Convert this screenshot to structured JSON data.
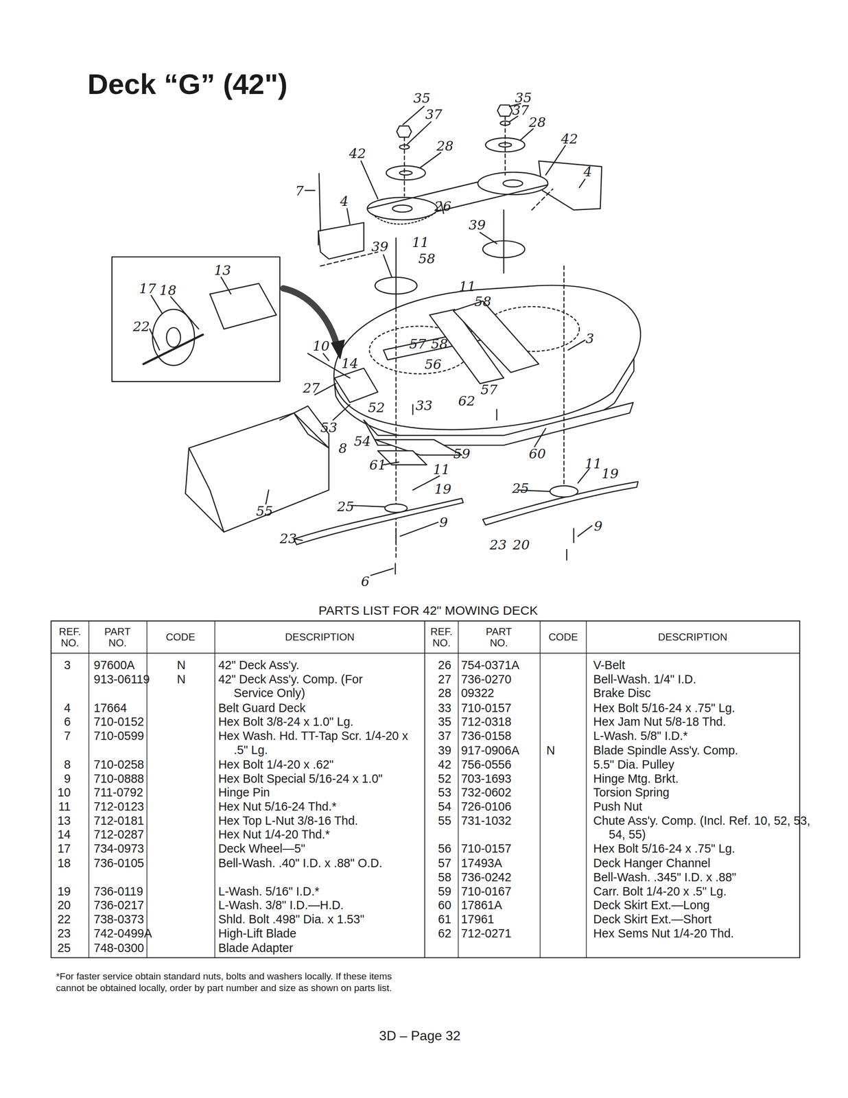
{
  "diagram": {
    "title": "Deck “G” (42\")",
    "labels": [
      "35",
      "37",
      "28",
      "42",
      "7",
      "4",
      "26",
      "39",
      "11",
      "58",
      "35",
      "37",
      "28",
      "42",
      "4",
      "39",
      "11",
      "58",
      "13",
      "17",
      "18",
      "22",
      "10",
      "14",
      "3",
      "57",
      "58",
      "56",
      "57",
      "27",
      "52",
      "33",
      "62",
      "53",
      "8",
      "54",
      "59",
      "60",
      "61",
      "11",
      "19",
      "25",
      "11",
      "19",
      "25",
      "55",
      "23",
      "9",
      "23",
      "20",
      "9",
      "6",
      "PARTS LIST FOR 42\" MOWING DECK",
      "REF. NO.",
      "PART NO.",
      "CODE",
      "DESCRIPTION",
      "REF. NO.",
      "PART NO.",
      "CODE",
      "DESCRIPTION",
      "3",
      "97600A",
      "N",
      "42\" Deck Ass'y.",
      "26",
      "754-0371A",
      "V-Belt",
      "913-06119",
      "N",
      "42\" Deck Ass'y. Comp. (For Service Only)",
      "27",
      "736-0270",
      "Bell-Wash. 1/4\" I.D.",
      "28",
      "09322",
      "Brake Disc",
      "4",
      "17664",
      "Belt Guard Deck",
      "33",
      "710-0157",
      "Hex Bolt 5/16-24 x .75\" Lg.",
      "6",
      "710-0152",
      "Hex Bolt 3/8-24 x 1.0\" Lg.",
      "35",
      "712-0318",
      "Hex Jam Nut 5/8-18 Thd.",
      "7",
      "710-0599",
      "Hex Wash. Hd. TT-Tap Scr. 1/4-20 x .5\" Lg.",
      "37",
      "736-0158",
      "L-Wash. 5/8\" I.D.*",
      "39",
      "917-0906A",
      "N",
      "Blade Spindle Ass'y. Comp.",
      "8",
      "710-0258",
      "Hex Bolt 1/4-20 x .62\"",
      "42",
      "756-0556",
      "5.5\" Dia. Pulley",
      "9",
      "710-0888",
      "Hex Bolt Special 5/16-24 x 1.0\"",
      "52",
      "703-1693",
      "Hinge Mtg. Brkt.",
      "10",
      "711-0792",
      "Hinge Pin",
      "53",
      "732-0602",
      "Torsion Spring",
      "11",
      "712-0123",
      "Hex Nut 5/16-24 Thd.*",
      "54",
      "726-0106",
      "Push Nut",
      "13",
      "712-0181",
      "Hex Top L-Nut 3/8-16 Thd.",
      "55",
      "731-1032",
      "Chute Ass'y. Comp. (Incl. Ref. 10, 52, 53, 54, 55)",
      "14",
      "712-0287",
      "Hex Nut 1/4-20 Thd.*",
      "17",
      "734-0973",
      "Deck Wheel—5\"",
      "56",
      "710-0157",
      "Hex Bolt 5/16-24 x .75\" Lg.",
      "18",
      "736-0105",
      "Bell-Wash. .40\" I.D. x .88\" O.D.",
      "57",
      "17493A",
      "Deck Hanger Channel",
      "58",
      "736-0242",
      "Bell-Wash. .345\" I.D. x .88\"",
      "19",
      "736-0119",
      "L-Wash. 5/16\" I.D.*",
      "59",
      "710-0167",
      "Carr. Bolt 1/4-20 x .5\" Lg.",
      "20",
      "736-0217",
      "L-Wash. 3/8\" I.D.—H.D.",
      "60",
      "17861A",
      "Deck Skirt Ext.—Long",
      "22",
      "738-0373",
      "Shld. Bolt .498\" Dia. x 1.53\"",
      "61",
      "17961",
      "Deck Skirt Ext.—Short",
      "23",
      "742-0499A",
      "High-Lift Blade",
      "62",
      "712-0271",
      "Hex Sems Nut 1/4-20 Thd.",
      "25",
      "748-0300",
      "Blade Adapter",
      "*For faster service obtain standard nuts, bolts and washers locally. If these items cannot be obtained locally, order by part number and size as shown on parts list.",
      "3D – Page 32"
    ]
  }
}
